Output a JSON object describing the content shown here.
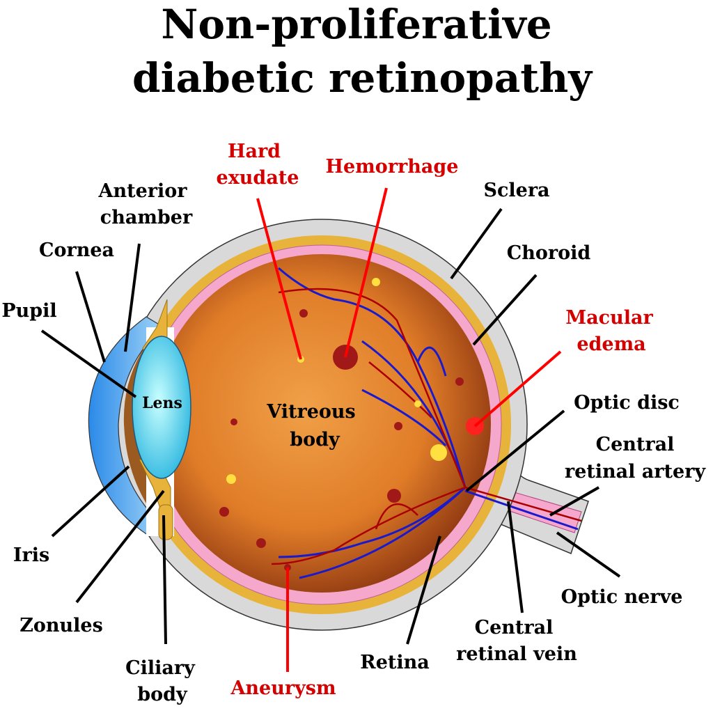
{
  "title": {
    "line1": "Non-proliferative",
    "line2": "diabetic retinopathy"
  },
  "labels": {
    "hard_exudate": [
      "Hard",
      "exudate"
    ],
    "hemorrhage": "Hemorrhage",
    "sclera": "Sclera",
    "anterior_chamber": [
      "Anterior",
      "chamber"
    ],
    "cornea": "Cornea",
    "choroid": "Choroid",
    "pupil": "Pupil",
    "macular_edema": [
      "Macular",
      "edema"
    ],
    "lens": "Lens",
    "vitreous_body": [
      "Vitreous",
      "body"
    ],
    "optic_disc": "Optic disc",
    "central_retinal_artery": [
      "Central",
      "retinal artery"
    ],
    "iris": "Iris",
    "optic_nerve": "Optic nerve",
    "zonules": "Zonules",
    "central_retinal_vein": [
      "Central",
      "retinal vein"
    ],
    "ciliary_body": [
      "Ciliary",
      "body"
    ],
    "retina": "Retina",
    "aneurysm": "Aneurysm"
  },
  "colors": {
    "pathology_label": "#d40000",
    "sclera": "#d9d9d9",
    "choroid": "#e8b33a",
    "retina": "#f5a8cc",
    "vein": "#1a1acc",
    "artery": "#aa0000"
  }
}
